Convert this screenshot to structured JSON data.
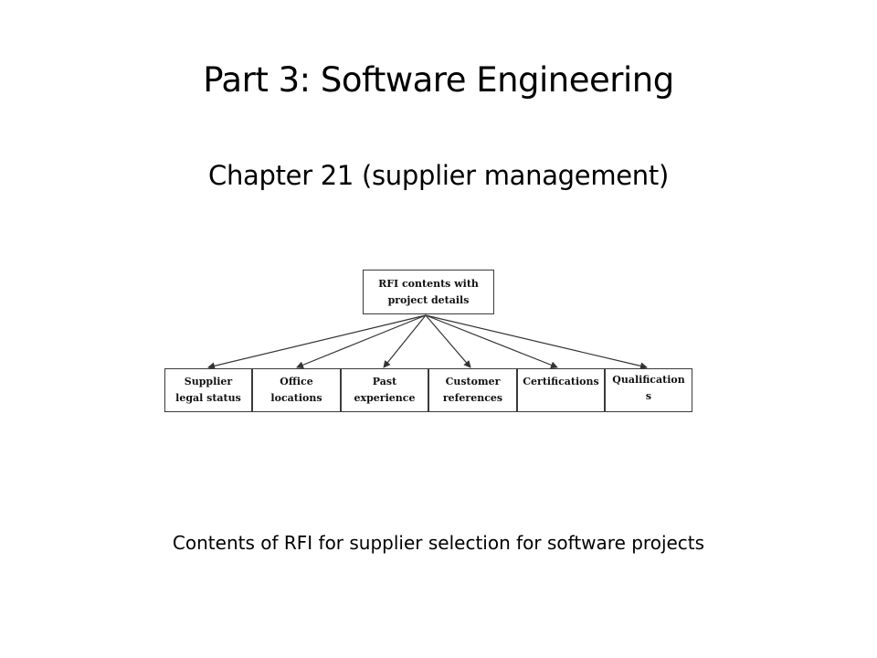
{
  "slide": {
    "title": "Part 3: Software Engineering",
    "subtitle": "Chapter 21 (supplier management)",
    "caption": "Contents of RFI for supplier selection for software projects"
  },
  "diagram": {
    "root": {
      "label": "RFI contents with\nproject details"
    },
    "children": [
      {
        "id": "supplier-legal-status",
        "label": "Supplier\nlegal status"
      },
      {
        "id": "office-locations",
        "label": "Office\nlocations"
      },
      {
        "id": "past-experience",
        "label": "Past\nexperience"
      },
      {
        "id": "customer-references",
        "label": "Customer\nreferences"
      },
      {
        "id": "certifications",
        "label": "Certifications"
      },
      {
        "id": "qualifications",
        "label": "Qualification\ns"
      }
    ],
    "line_color": "#333333"
  }
}
